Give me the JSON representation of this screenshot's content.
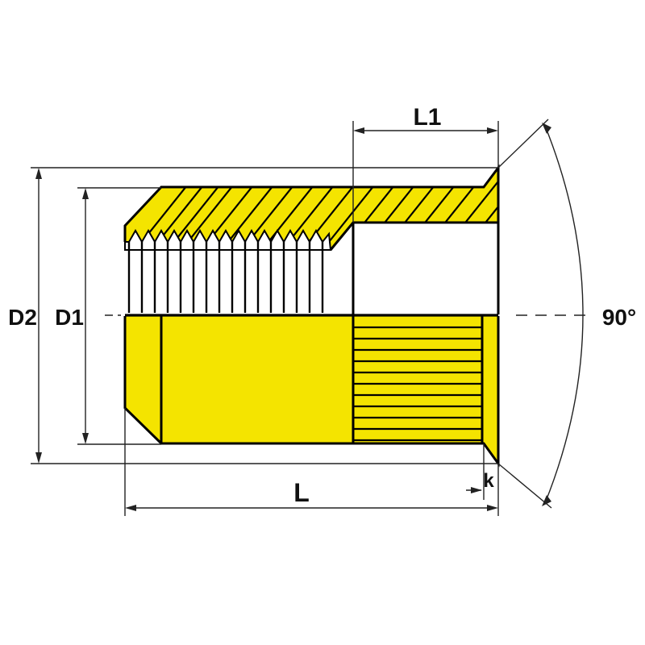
{
  "diagram": {
    "colors": {
      "fill": "#f4e400",
      "outline": "#000000",
      "dimension": "#222222",
      "background": "#ffffff"
    },
    "labels": {
      "l1": "L1",
      "d2": "D2",
      "d1": "D1",
      "angle": "90°",
      "l": "L",
      "k": "k"
    }
  }
}
